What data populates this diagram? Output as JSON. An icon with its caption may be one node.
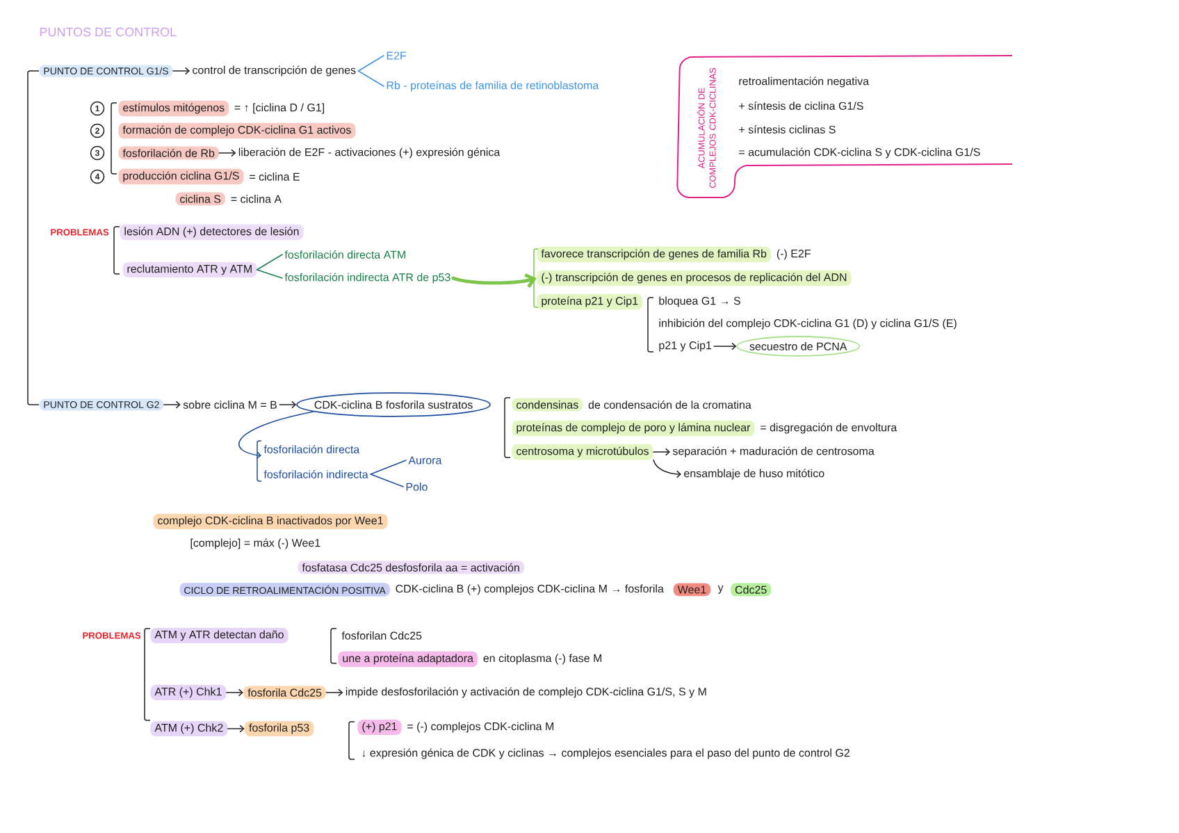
{
  "diagram": {
    "title": "PUNTOS DE CONTROL",
    "nodes": [
      {
        "text": [
          "PUNTO DE CONTROL G1/S"
        ]
      },
      {
        "text": [
          "control de transcripción de genes"
        ]
      },
      {
        "text": [
          "E2F"
        ]
      },
      {
        "text": [
          "Rb - proteínas de familia de retinoblastoma"
        ]
      },
      {
        "text": [
          "estímulos mitógenos"
        ],
        "beside": [
          "= ↑ [ciclina D / G1]"
        ]
      },
      {
        "text": [
          "formación de complejo CDK-ciclina G1 activos"
        ]
      },
      {
        "text": [
          "fosforilación de Rb"
        ]
      },
      {
        "text": [
          "liberación de E2F - activaciones (+) expresión génica"
        ]
      },
      {
        "text": [
          "producción ciclina G1/S"
        ],
        "beside": [
          "= ciclina E"
        ]
      },
      {
        "text": [
          "ciclina S"
        ],
        "beside": [
          "= ciclina A"
        ]
      },
      {
        "text": [
          "ACUMULACIÓN DE COMPLEJOS CDK-CICLINAS",
          "retroalimentación negativa",
          "+ síntesis de ciclina G1/S",
          "+ síntesis ciclinas S",
          "= acumulación CDK-ciclina S y CDK-ciclina G1/S"
        ]
      },
      {
        "text": [
          "lesión ADN (+) detectores de lesión"
        ]
      },
      {
        "text": [
          "reclutamiento ATR y ATM"
        ]
      },
      {
        "text": [
          "fosforilación directa ATM"
        ]
      },
      {
        "text": [
          "fosforilación indirecta ATR de p53"
        ]
      },
      {
        "text": [
          "favorece transcripción de genes de familia Rb"
        ],
        "beside": [
          "(-) E2F"
        ]
      },
      {
        "text": [
          "(-) transcripción de genes en procesos de replicación del ADN"
        ]
      },
      {
        "text": [
          "proteína p21 y Cip1"
        ]
      },
      {
        "text": [
          "p21 y Cip1"
        ]
      },
      {
        "text": [
          "secuestro de PCNA"
        ]
      },
      {
        "text": [
          "PUNTO DE CONTROL G2"
        ]
      },
      {
        "text": [
          "sobre ciclina M = B"
        ]
      },
      {
        "text": [
          "CDK-ciclina B fosforila sustratos"
        ]
      },
      {
        "text": [
          "condensinas"
        ],
        "beside": [
          "de condensación de la cromatina"
        ]
      },
      {
        "text": [
          "proteínas de complejo de poro y lámina nuclear"
        ],
        "beside": [
          "= disgregación de envoltura"
        ]
      },
      {
        "text": [
          "centrosoma y microtúbulos"
        ]
      },
      {
        "text": [
          "separación + maduración de centrosoma"
        ]
      },
      {
        "text": [
          "ensamblaje de huso mitótico"
        ]
      },
      {
        "text": [
          "fosforilación directa"
        ]
      },
      {
        "text": [
          "fosforilación indirecta"
        ]
      },
      {
        "text": [
          "Aurora"
        ]
      },
      {
        "text": [
          "Polo"
        ]
      },
      {
        "text": [
          "complejo CDK-ciclina B inactivados por Wee1"
        ]
      },
      {
        "text": [
          "fosfatasa Cdc25 desfosforila aa = activación"
        ]
      },
      {
        "text": [
          "CICLO DE RETROALIMENTACIÓN POSITIVA"
        ],
        "beside": [
          "CDK-ciclina B (+) complejos CDK-ciclina M → fosforila"
        ]
      },
      {
        "text": [
          "Wee1"
        ]
      },
      {
        "text": [
          "Cdc25"
        ]
      },
      {
        "text": [
          "ATM y ATR detectan daño"
        ]
      },
      {
        "text": [
          "une a proteína adaptadora"
        ],
        "beside": [
          "en citoplasma (-) fase M"
        ]
      },
      {
        "text": [
          "ATR (+) Chk1"
        ]
      },
      {
        "text": [
          "fosforila Cdc25"
        ]
      },
      {
        "text": [
          "impide desfosforilación y activación de complejo CDK-ciclina G1/S, S y M"
        ]
      },
      {
        "text": [
          "ATM (+) Chk2"
        ]
      },
      {
        "text": [
          "fosforila p53"
        ]
      },
      {
        "text": [
          "(+) p21"
        ],
        "beside": [
          "= (-) complejos CDK-ciclina M"
        ]
      }
    ],
    "edges": [
      {
        "from": 0,
        "to": 1,
        "arrow": "to"
      },
      {
        "from": 1,
        "to": 2,
        "arrow": "none",
        "color": "#3d94e6"
      },
      {
        "from": 1,
        "to": 3,
        "arrow": "none",
        "color": "#3d94e6"
      },
      {
        "from": 6,
        "to": 7,
        "arrow": "to"
      },
      {
        "from": 12,
        "to": 13,
        "arrow": "none",
        "color": "#1a7f4b"
      },
      {
        "from": 12,
        "to": 14,
        "arrow": "none",
        "color": "#1a7f4b"
      },
      {
        "from": 14,
        "to": 16,
        "arrow": "to",
        "style": "thick",
        "color": "#7cc44a"
      },
      {
        "from": 18,
        "to": 19,
        "arrow": "to"
      },
      {
        "from": 20,
        "to": 21,
        "arrow": "to"
      },
      {
        "from": 21,
        "to": 22,
        "arrow": "to"
      },
      {
        "from": 22,
        "to": 28,
        "arrow": "to",
        "color": "#1f4e9c"
      },
      {
        "from": 29,
        "to": 30,
        "arrow": "none",
        "color": "#1f4e9c"
      },
      {
        "from": 29,
        "to": 31,
        "arrow": "none",
        "color": "#1f4e9c"
      },
      {
        "from": 25,
        "to": 26,
        "arrow": "to"
      },
      {
        "from": 25,
        "to": 27,
        "arrow": "to"
      },
      {
        "from": 39,
        "to": 40,
        "arrow": "to"
      },
      {
        "from": 40,
        "to": 41,
        "arrow": "to"
      },
      {
        "from": 42,
        "to": 43,
        "arrow": "to"
      }
    ],
    "labels": [
      "1",
      "2",
      "3",
      "4",
      "PROBLEMAS",
      "bloquea G1 → S",
      "inhibición del complejo CDK-ciclina G1 (D) y ciclina G1/S (E)",
      "[complejo] = máx (-) Wee1",
      "y",
      "PROBLEMAS",
      "fosforilan Cdc25",
      "↓ expresión génica de CDK y ciclinas → complejos esenciales para el paso del punto de control G2"
    ]
  }
}
